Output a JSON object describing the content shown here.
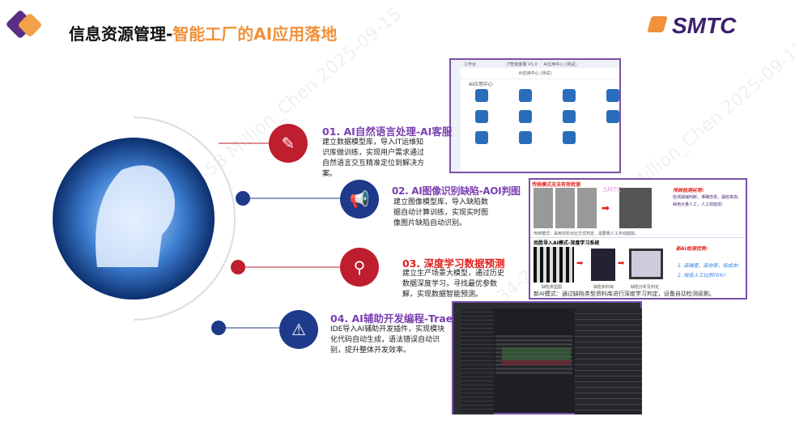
{
  "header": {
    "title_main": "信息资源管理-",
    "title_sub": "智能工厂的AI应用落地",
    "logo": "SMTC"
  },
  "items": [
    {
      "num_title": "01. AI自然语言处理-AI客服",
      "desc": "建立数据模型库，导入IT运维知识库做训练，实现用户需求通过自然语言交互精准定位到解决方案。",
      "icon": "document-pen-icon",
      "color": "#7a3fb0"
    },
    {
      "num_title": "02. AI图像识别缺陷-AOI判图",
      "desc": "建立图像模型库，导入缺陷数据自动计算训练，实现实时图像图片缺陷自动识别。",
      "icon": "megaphone-icon",
      "color": "#7a3fb0"
    },
    {
      "num_title": "03. 深度学习数据预测",
      "desc": "建立生产场景大模型，通过历史数据深度学习，寻找最优参数解，实现数据智能预测。",
      "icon": "signpost-icon",
      "color": "#e0201b"
    },
    {
      "num_title": "04. AI辅助开发编程-Trae",
      "desc": "IDE导入AI辅助开发插件，实现模块化代码自动生成，语法错误自动识别，提升整体开发效率。",
      "icon": "warning-icon",
      "color": "#7a3fb0"
    }
  ],
  "ai_center": {
    "tabs": [
      "工作台",
      "IT智能客服 V1.0",
      "AI应用中心 (测试)"
    ],
    "window_title": "AI应用中心 (测试)",
    "section": "AI应用中心"
  },
  "aoi": {
    "old_title": "传统模式无法有效检测",
    "old_adv_title": "传统检测劣势:",
    "old_adv_1": "检测漏铺判断，准确性低，漏检率高;",
    "old_adv_2": "耗用大量人工，人工效能低!",
    "old_note": "传统模式：采用灰阶对比方式判定，需要靠人工手动挑除。",
    "new_title": "尚胜导入AI模式-深度学习系统",
    "labels": [
      "缺陷类型图",
      "缺陷资料库",
      "缺陷分析及判定"
    ],
    "new_adv_title": "新AI检测优势:",
    "new_adv_1": "1. 高精度，高效率，低成本!",
    "new_adv_2": "2. 降低人工比例70%!",
    "new_note": "新AI模式：通过缺陷类型资料库进行深度学习判定，设备自动检测返剔。",
    "watermark": "SMTC"
  },
  "watermark": "34-2E-B7-48-CA-58  Million_Chen  2025-09-15"
}
